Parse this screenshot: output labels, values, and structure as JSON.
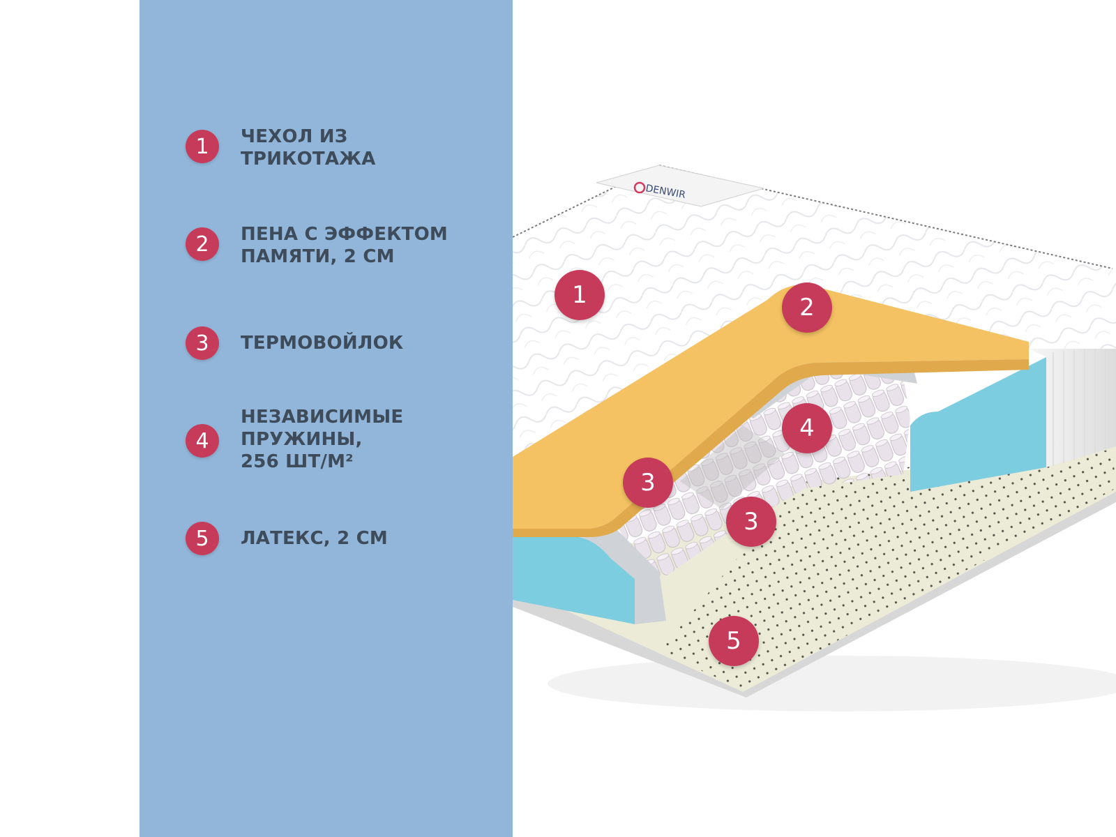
{
  "legend": {
    "items": [
      {
        "number": "1",
        "line1": "ЧЕХОЛ ИЗ",
        "line2": "ТРИКОТАЖА",
        "line3": ""
      },
      {
        "number": "2",
        "line1": "ПЕНА С ЭФФЕКТОМ",
        "line2": "ПАМЯТИ, 2 СМ",
        "line3": ""
      },
      {
        "number": "3",
        "line1": "ТЕРМОВОЙЛОК",
        "line2": "",
        "line3": ""
      },
      {
        "number": "4",
        "line1": "НЕЗАВИСИМЫЕ",
        "line2": "ПРУЖИНЫ,",
        "line3": "256 ШТ/М²"
      },
      {
        "number": "5",
        "line1": "ЛАТЕКС, 2 СМ",
        "line2": "",
        "line3": ""
      }
    ]
  },
  "illustration": {
    "brand": "DENWIR",
    "callouts": [
      "1",
      "2",
      "4",
      "3",
      "3",
      "5"
    ]
  },
  "colors": {
    "panel": "#92b6d9",
    "badge": "#c73b5a",
    "text": "#3d4b5a",
    "memory_foam": "#f4c262",
    "side_foam": "#7ccde0",
    "latex": "#f0eed3",
    "cover": "#ffffff"
  }
}
